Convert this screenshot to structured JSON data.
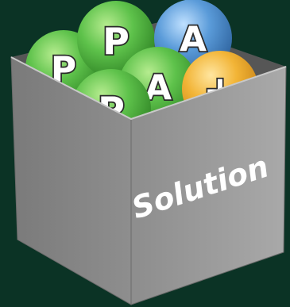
{
  "box": {
    "label": "Solution"
  },
  "balls": [
    {
      "id": "p1",
      "letter": "P",
      "kind": "green"
    },
    {
      "id": "p2",
      "letter": "P",
      "kind": "green"
    },
    {
      "id": "a1",
      "letter": "A",
      "kind": "blue"
    },
    {
      "id": "a2",
      "letter": "A",
      "kind": "green"
    },
    {
      "id": "plus",
      "letter": "+",
      "kind": "orange"
    },
    {
      "id": "p3",
      "letter": "P",
      "kind": "green"
    }
  ],
  "colors": {
    "background": "#0b3325",
    "box_front": "#9a9a9a",
    "box_side": "#7f7f7f",
    "box_inner": "#565656",
    "green": "#5ec24b",
    "blue": "#5a9bd9",
    "orange": "#f2b436"
  }
}
